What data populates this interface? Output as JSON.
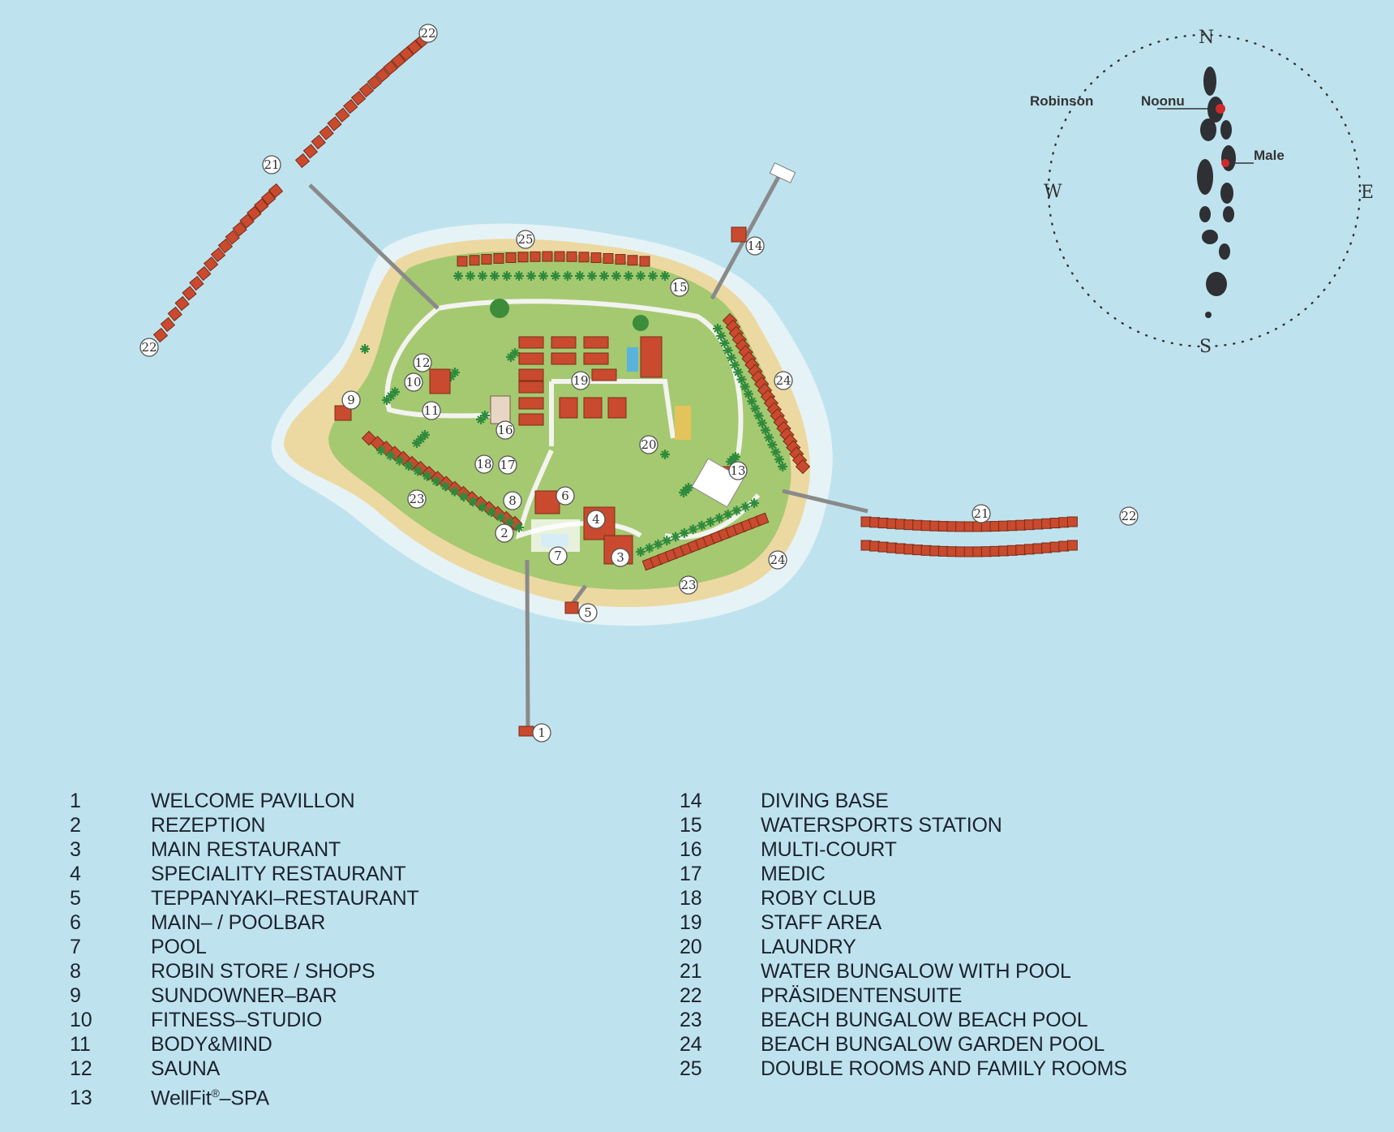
{
  "compass": {
    "north": "N",
    "south": "S",
    "east": "E",
    "west": "W",
    "labels": {
      "robinson": "Robinson",
      "noonu": "Noonu",
      "male": "Male"
    }
  },
  "markers": [
    "1",
    "2",
    "3",
    "4",
    "5",
    "6",
    "7",
    "8",
    "9",
    "10",
    "11",
    "12",
    "13",
    "14",
    "15",
    "16",
    "17",
    "18",
    "19",
    "20",
    "21",
    "22",
    "23",
    "24",
    "25"
  ],
  "legend": {
    "left": [
      {
        "num": "1",
        "name": "WELCOME PAVILLON"
      },
      {
        "num": "2",
        "name": "REZEPTION"
      },
      {
        "num": "3",
        "name": "MAIN RESTAURANT"
      },
      {
        "num": "4",
        "name": "SPECIALITY RESTAURANT"
      },
      {
        "num": "5",
        "name": "TEPPANYAKI–RESTAURANT"
      },
      {
        "num": "6",
        "name": "MAIN– / POOLBAR"
      },
      {
        "num": "7",
        "name": "POOL"
      },
      {
        "num": "8",
        "name": "ROBIN STORE / SHOPS"
      },
      {
        "num": "9",
        "name": "SUNDOWNER–BAR"
      },
      {
        "num": "10",
        "name": "FITNESS–STUDIO"
      },
      {
        "num": "11",
        "name": "BODY&MIND"
      },
      {
        "num": "12",
        "name": "SAUNA"
      },
      {
        "num": "13",
        "name": "WellFit",
        "sup": "®",
        "suffix": "–SPA"
      }
    ],
    "right": [
      {
        "num": "14",
        "name": "DIVING BASE"
      },
      {
        "num": "15",
        "name": "WATERSPORTS STATION"
      },
      {
        "num": "16",
        "name": "MULTI-COURT"
      },
      {
        "num": "17",
        "name": "MEDIC"
      },
      {
        "num": "18",
        "name": "ROBY CLUB"
      },
      {
        "num": "19",
        "name": "STAFF AREA"
      },
      {
        "num": "20",
        "name": "LAUNDRY"
      },
      {
        "num": "21",
        "name": "WATER BUNGALOW WITH POOL"
      },
      {
        "num": "22",
        "name": "PRÄSIDENTENSUITE"
      },
      {
        "num": "23",
        "name": "BEACH BUNGALOW BEACH POOL"
      },
      {
        "num": "24",
        "name": "BEACH BUNGALOW GARDEN POOL"
      },
      {
        "num": "25",
        "name": "DOUBLE ROOMS AND FAMILY ROOMS"
      }
    ]
  },
  "colors": {
    "water": "#bfe3ee",
    "shallow": "#e3f2f5",
    "sand": "#ecd9a2",
    "grass": "#a5c971",
    "roof": "#c94a2e",
    "palm": "#2f8a3c",
    "path": "#f3f3ef"
  }
}
